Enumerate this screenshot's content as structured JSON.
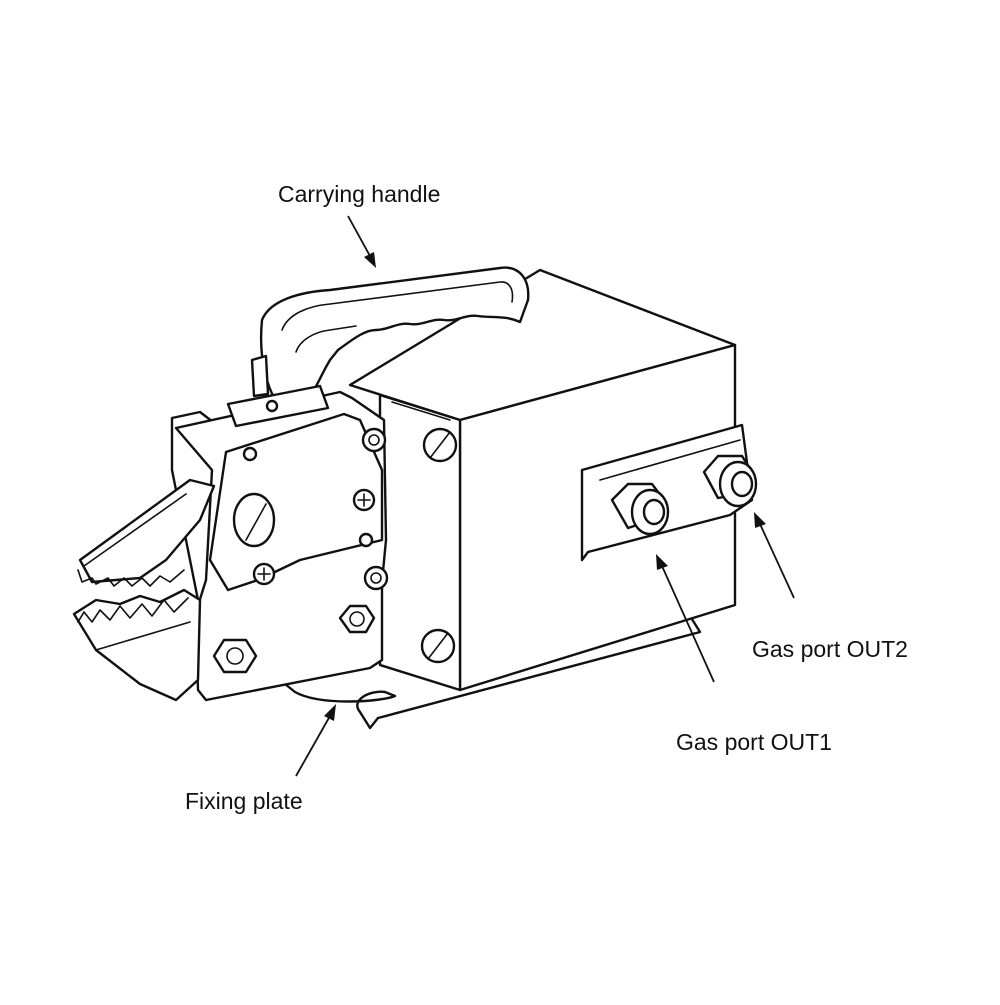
{
  "labels": {
    "carrying_handle": "Carrying handle",
    "fixing_plate": "Fixing plate",
    "gas_port_out1": "Gas port OUT1",
    "gas_port_out2": "Gas port OUT2"
  },
  "icons": [
    "pneumatic-crimping-tool-drawing"
  ]
}
